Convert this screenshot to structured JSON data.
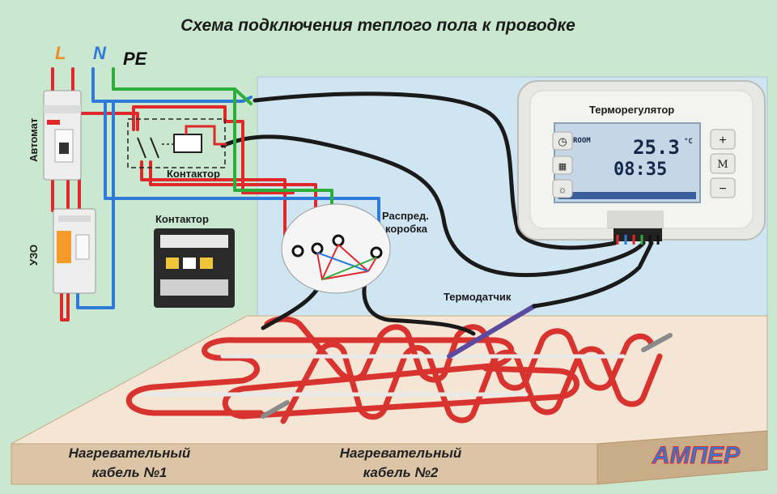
{
  "title": "Схема подключения теплого пола к проводке",
  "phase_labels": {
    "l": "L",
    "n": "N",
    "pe": "PE"
  },
  "devices": {
    "breaker": "Автомат",
    "rcd": "УЗО",
    "contactor_inline": "Контактор",
    "contactor_photo": "Контактор",
    "junction_box_line1": "Распред.",
    "junction_box_line2": "коробка",
    "thermostat": "Терморегулятор",
    "sensor": "Термодатчик"
  },
  "thermostat_display": {
    "room": "ROOM",
    "temperature": "25.3",
    "unit": "°C",
    "time": "08:35",
    "buttons": {
      "up": "+",
      "mode": "M",
      "down": "−"
    }
  },
  "cables": {
    "cable1_line1": "Нагревательный",
    "cable1_line2": "кабель №1",
    "cable2_line1": "Нагревательный",
    "cable2_line2": "кабель №2"
  },
  "logo": "АМПЕР",
  "colors": {
    "background": "#c9e8cf",
    "panel": "#cfe5f2",
    "floor_top": "#f4e5d4",
    "floor_side": "#dcc5a6",
    "phase_wire": "#e0282a",
    "neutral_wire": "#2f7ad9",
    "ground_wire": "#2dad3a",
    "cable_black": "#1a1a1a",
    "heating_cable": "#d8332f",
    "l_label": "#f08a24",
    "n_label": "#2f7ad9"
  }
}
